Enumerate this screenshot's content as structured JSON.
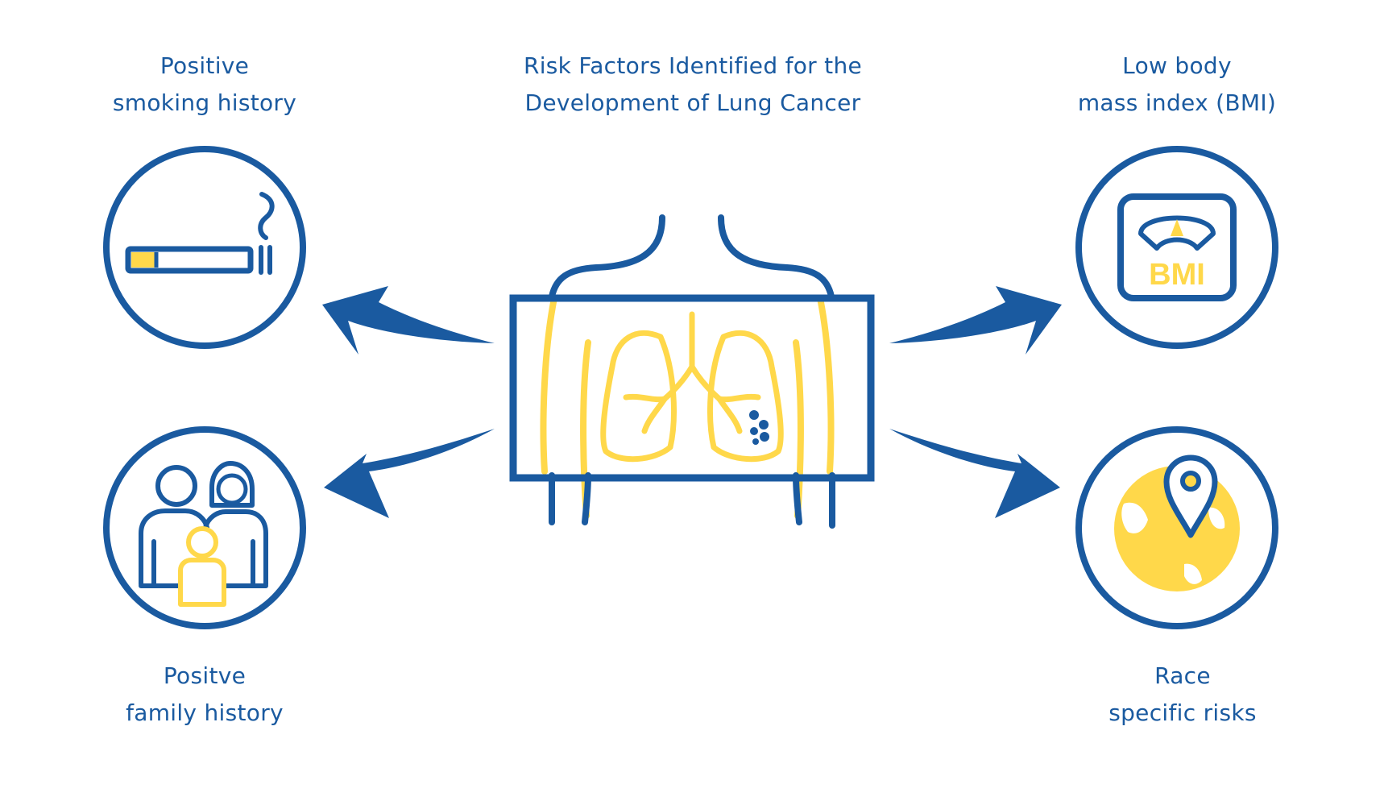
{
  "title": {
    "line1": "Risk Factors Identified for the",
    "line2": "Development of Lung Cancer"
  },
  "factors": {
    "smoking": {
      "line1": "Positive",
      "line2": "smoking history",
      "icon": "cigarette-icon"
    },
    "bmi": {
      "line1": "Low body",
      "line2": "mass index (BMI)",
      "icon": "bmi-scale-icon",
      "badge": "BMI"
    },
    "family": {
      "line1": "Positve",
      "line2": "family history",
      "icon": "family-icon"
    },
    "race": {
      "line1": "Race",
      "line2": "specific risks",
      "icon": "globe-pin-icon"
    }
  },
  "center": {
    "icon": "lung-xray-icon"
  },
  "colors": {
    "blue": "#1a5aa0",
    "yellow": "#ffd84a",
    "background": "#ffffff"
  }
}
